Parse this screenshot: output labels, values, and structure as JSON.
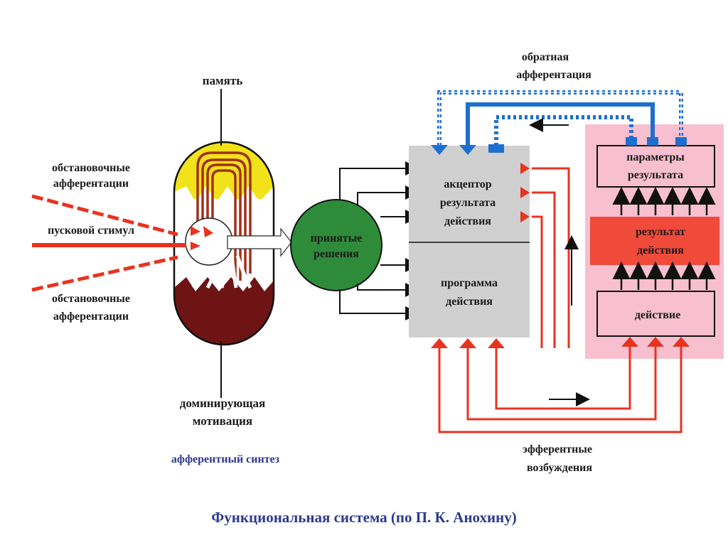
{
  "labels": {
    "memory": "память",
    "env_aff_top_1": "обстановочные",
    "env_aff_top_2": "афферентации",
    "trigger": "пусковой стимул",
    "env_aff_bot_1": "обстановочные",
    "env_aff_bot_2": "афферентации",
    "motivation_1": "доминирующая",
    "motivation_2": "мотивация",
    "afferent_synthesis": "афферентный синтез",
    "decision_1": "принятые",
    "decision_2": "решения",
    "acceptor_1": "акцептор",
    "acceptor_2": "результата",
    "acceptor_3": "действия",
    "program_1": "программа",
    "program_2": "действия",
    "feedback_1": "обратная",
    "feedback_2": "афферентация",
    "params_1": "параметры",
    "params_2": "результата",
    "result_1": "результат",
    "result_2": "действия",
    "action": "действие",
    "efferent_1": "эфферентные",
    "efferent_2": "возбуждения",
    "title": "Функциональная система (по П. К. Анохину)"
  },
  "colors": {
    "blue_feedback": "#1e6fd0",
    "red_efferent": "#e8331f",
    "decision_green": "#2e8b3a",
    "gray_block": "#d0d0d0",
    "pink_panel": "#f7bfcf",
    "result_red": "#f04a3a",
    "dark_red": "#6e1414",
    "yellow": "#f2e21a",
    "title_blue": "#2b3a8f"
  }
}
